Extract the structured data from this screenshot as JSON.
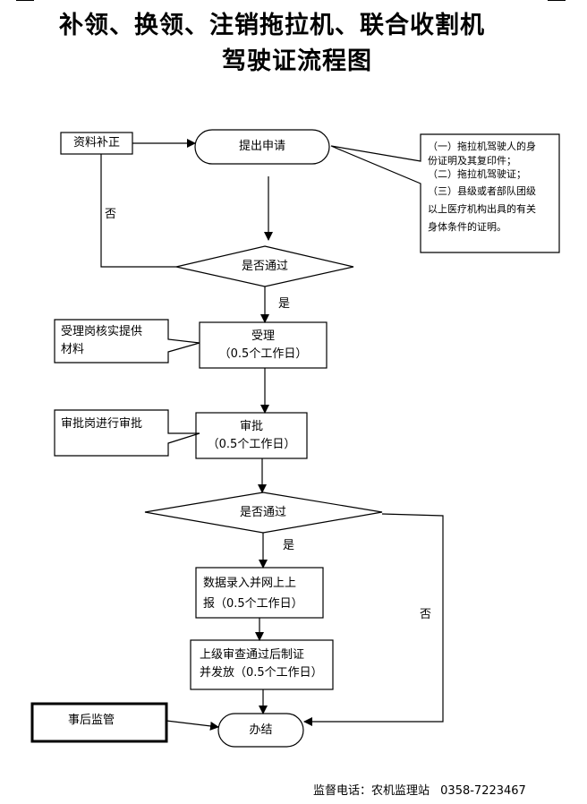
{
  "title": {
    "line1": "补领、换领、注销拖拉机、联合收割机",
    "line2": "驾驶证流程图"
  },
  "nodes": {
    "apply": "提出申请",
    "supplement": "资料补正",
    "check1": "是否通过",
    "accept": "受理",
    "accept_time": "（0.5个工作日）",
    "approve": "审批",
    "approve_time": "（0.5个工作日）",
    "check2": "是否通过",
    "data_entry_1": "数据录入并网上上",
    "data_entry_2": "报（0.5个工作日）",
    "superior_1": "上级审查通过后制证",
    "superior_2": "并发放（0.5个工作日）",
    "done": "办结"
  },
  "edges": {
    "no_left": "否",
    "yes_1": "是",
    "yes_2": "是",
    "no_right": "否"
  },
  "notes": {
    "requirements": [
      "（一）拖拉机驾驶人的身",
      "份证明及其复印件；",
      "（二）拖拉机驾驶证；",
      "（三）县级或者部队团级",
      "以上医疗机构出具的有关",
      "身体条件的证明。"
    ],
    "accept_post_1": "受理岗核实提供",
    "accept_post_2": "材料",
    "approve_post": "审批岗进行审批",
    "supervision": "事后监管"
  },
  "footer": {
    "label": "监督电话：农机监理站",
    "phone": "0358-7223467"
  }
}
